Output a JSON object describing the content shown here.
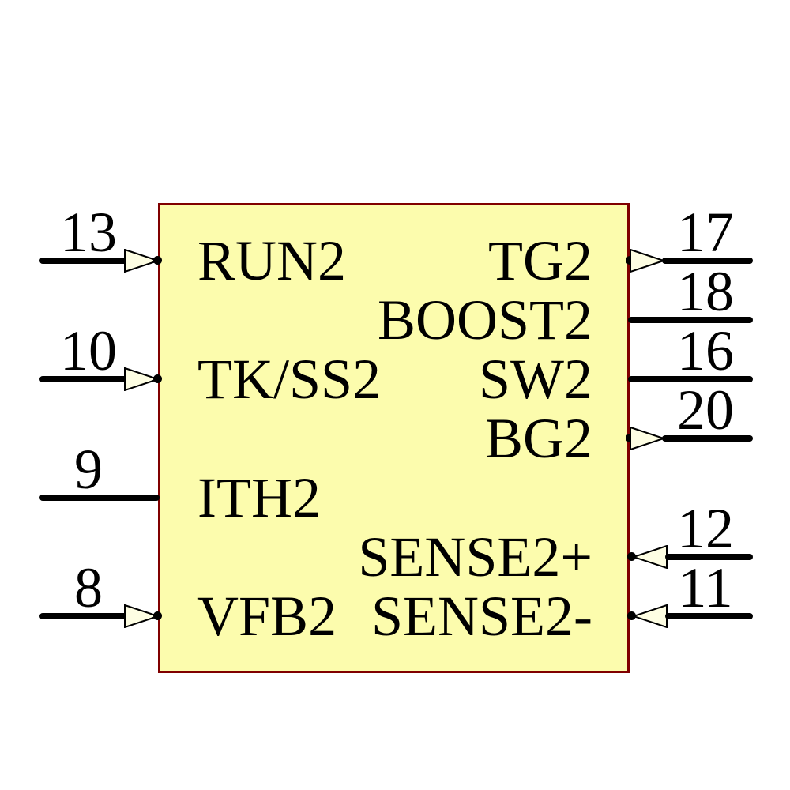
{
  "component": {
    "kind": "IC schematic symbol",
    "channel": "2"
  },
  "colors": {
    "body_fill": "#FCFCAD",
    "body_border": "#800000",
    "arrow_fill": "#FEFEE3",
    "arrow_outline": "#000000",
    "wire": "#000000",
    "text": "#000000"
  },
  "pins": {
    "left": [
      {
        "number": "13",
        "label": "RUN2",
        "direction": "input"
      },
      {
        "number": "10",
        "label": "TK/SS2",
        "direction": "input"
      },
      {
        "number": "9",
        "label": "ITH2",
        "direction": "passive"
      },
      {
        "number": "8",
        "label": "VFB2",
        "direction": "input"
      }
    ],
    "right": [
      {
        "number": "17",
        "label": "TG2",
        "direction": "output"
      },
      {
        "number": "18",
        "label": "BOOST2",
        "direction": "passive"
      },
      {
        "number": "16",
        "label": "SW2",
        "direction": "passive"
      },
      {
        "number": "20",
        "label": "BG2",
        "direction": "output"
      },
      {
        "number": "12",
        "label": "SENSE2+",
        "direction": "input"
      },
      {
        "number": "11",
        "label": "SENSE2-",
        "direction": "input"
      }
    ]
  }
}
